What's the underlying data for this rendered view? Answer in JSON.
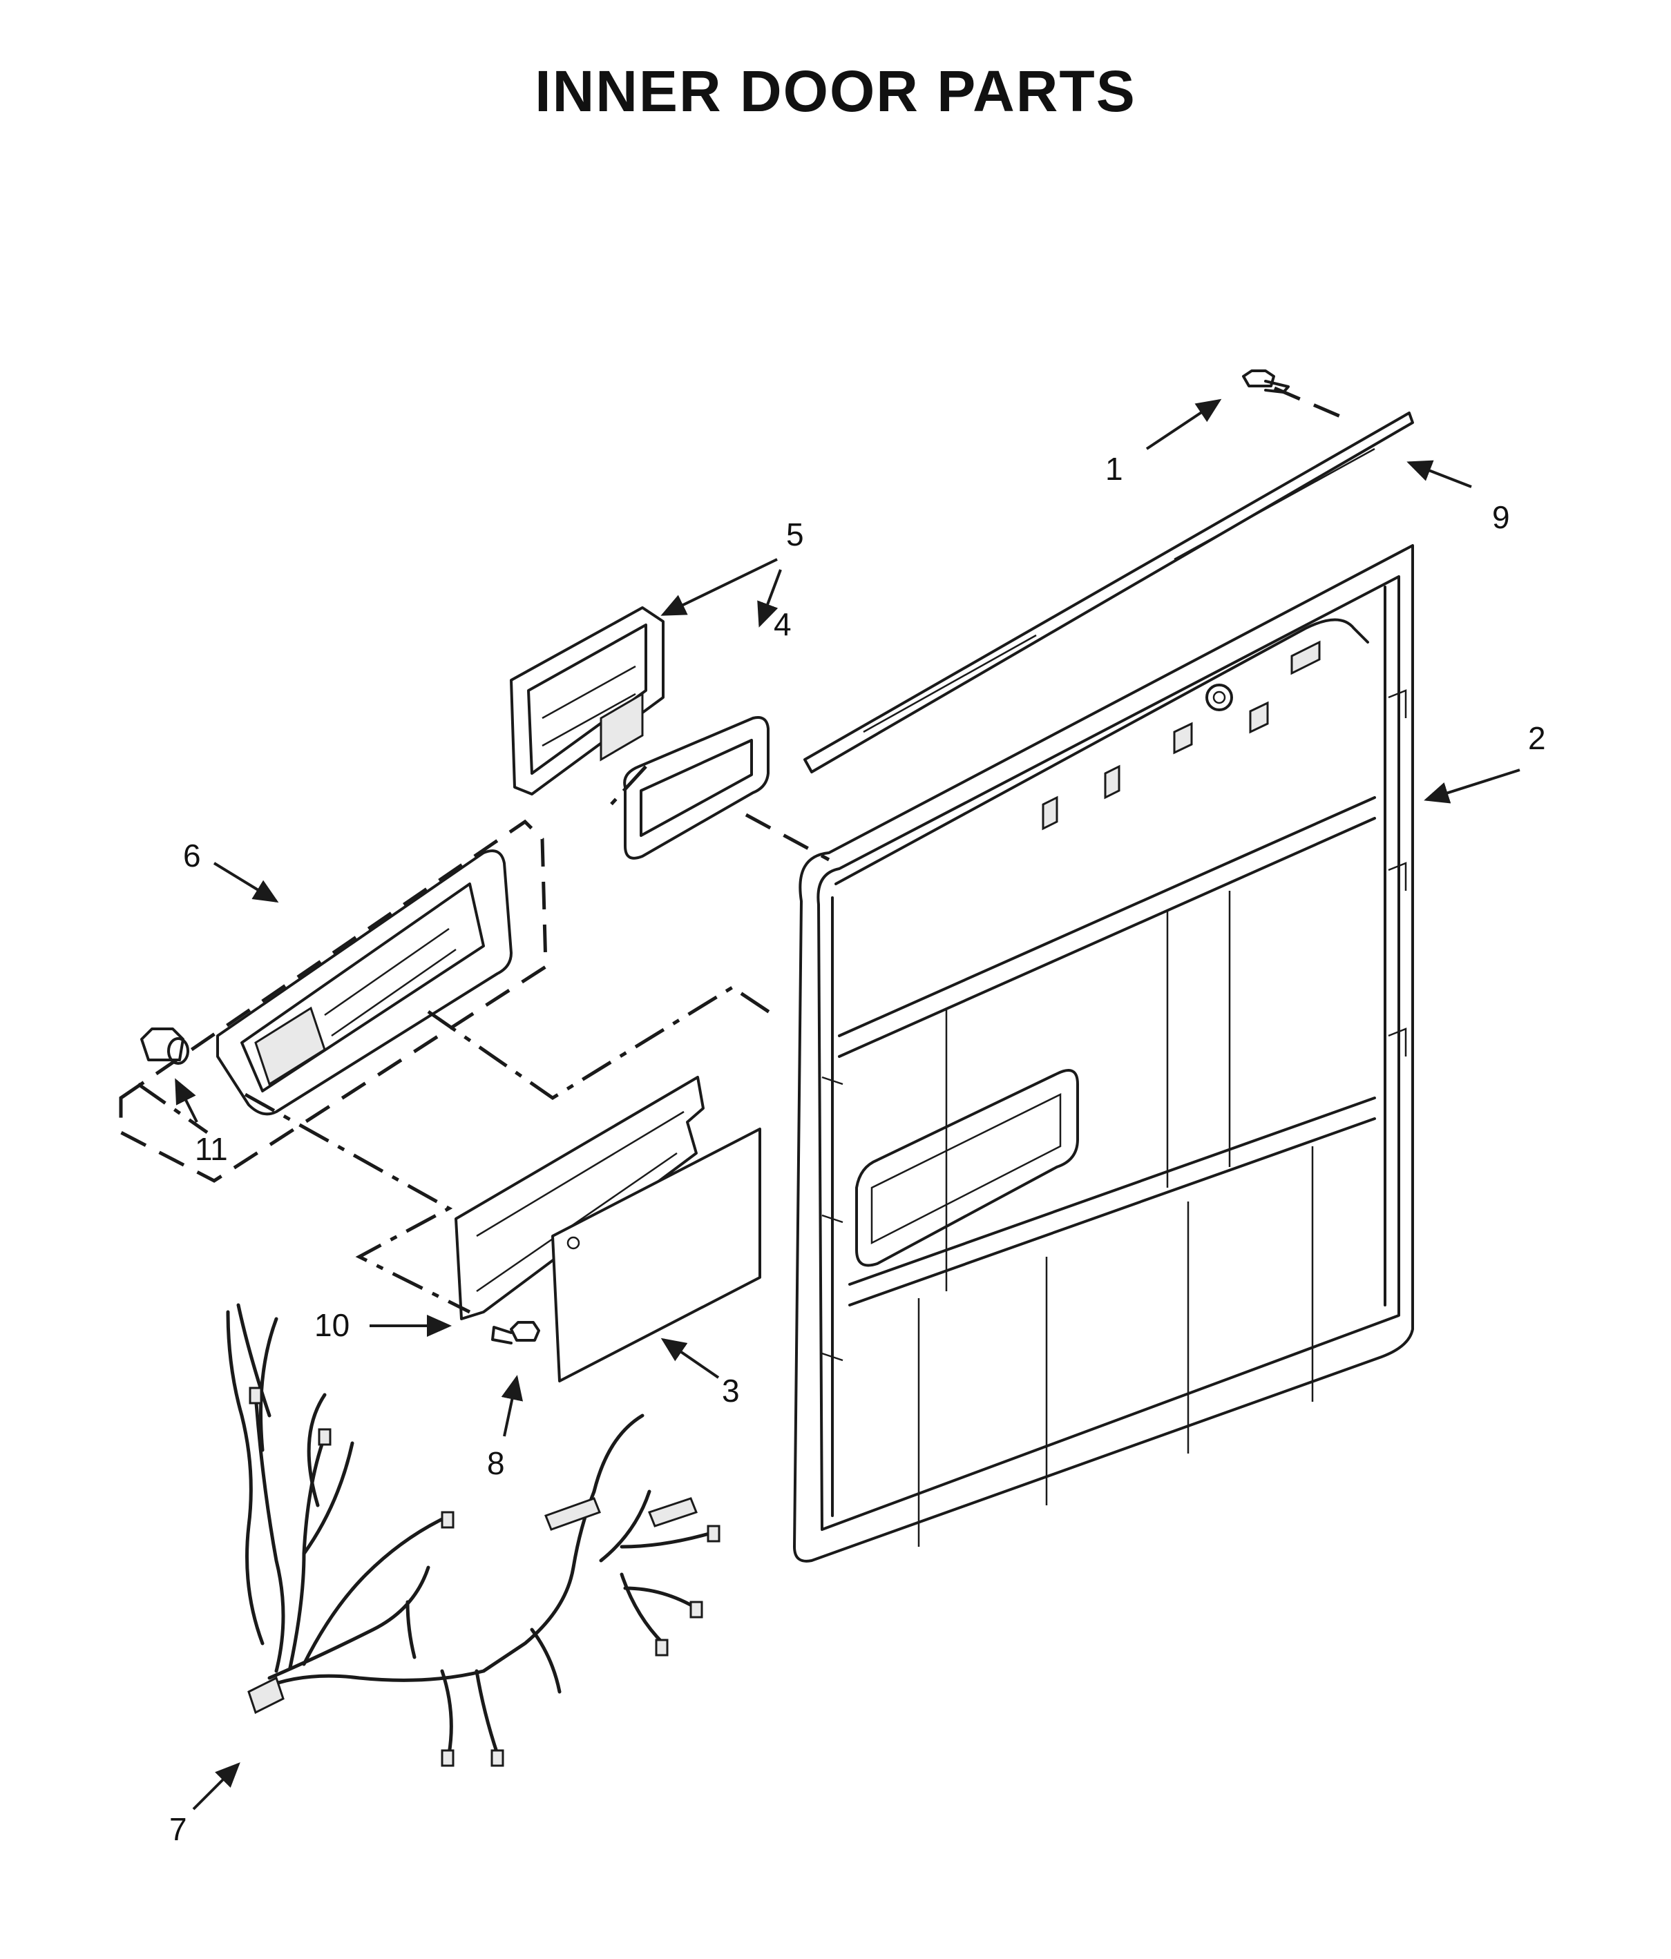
{
  "title": "INNER DOOR PARTS",
  "callouts": {
    "c1": "1",
    "c2": "2",
    "c3": "3",
    "c4": "4",
    "c5": "5",
    "c6": "6",
    "c7": "7",
    "c8": "8",
    "c9": "9",
    "c10": "10",
    "c11": "11"
  }
}
